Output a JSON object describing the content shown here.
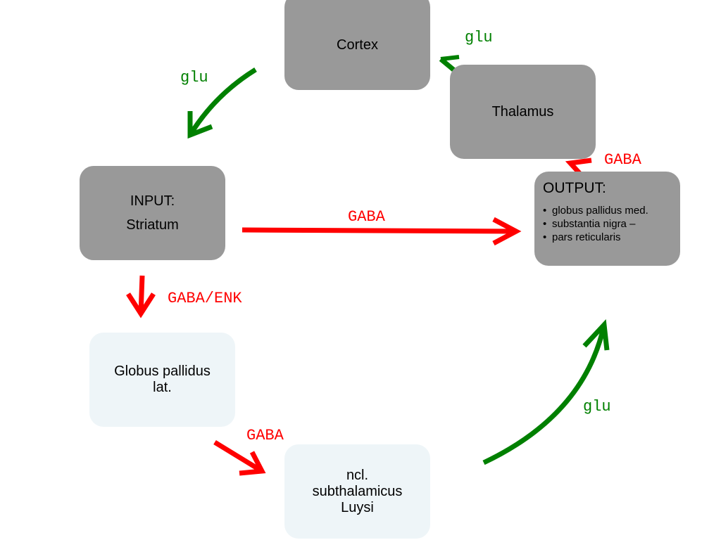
{
  "nodes": {
    "cortex": {
      "label": "Cortex"
    },
    "thalamus": {
      "label": "Thalamus"
    },
    "striatum": {
      "line1": "INPUT:",
      "line2": "Striatum"
    },
    "output": {
      "title": "OUTPUT:",
      "items": [
        "globus pallidus med.",
        "substantia nigra –",
        "pars reticularis"
      ]
    },
    "gp_lat": {
      "line1": "Globus pallidus",
      "line2": "lat."
    },
    "stn": {
      "line1": "ncl.",
      "line2": "subthalamicus",
      "line3": "Luysi"
    }
  },
  "edges": {
    "cortex_striatum": {
      "label": "glu",
      "color": "#008000"
    },
    "thalamus_cortex": {
      "label": "glu",
      "color": "#008000"
    },
    "output_thalamus": {
      "label": "GABA",
      "color": "#ff0000"
    },
    "striatum_output": {
      "label": "GABA",
      "color": "#ff0000"
    },
    "striatum_gp": {
      "label": "GABA/ENK",
      "color": "#ff0000"
    },
    "gp_stn": {
      "label": "GABA",
      "color": "#ff0000"
    },
    "stn_output": {
      "label": "glu",
      "color": "#008000"
    }
  },
  "colors": {
    "excitatory": "#008000",
    "inhibitory": "#ff0000",
    "box_dark": "#999999",
    "box_light": "#eef5f8"
  }
}
